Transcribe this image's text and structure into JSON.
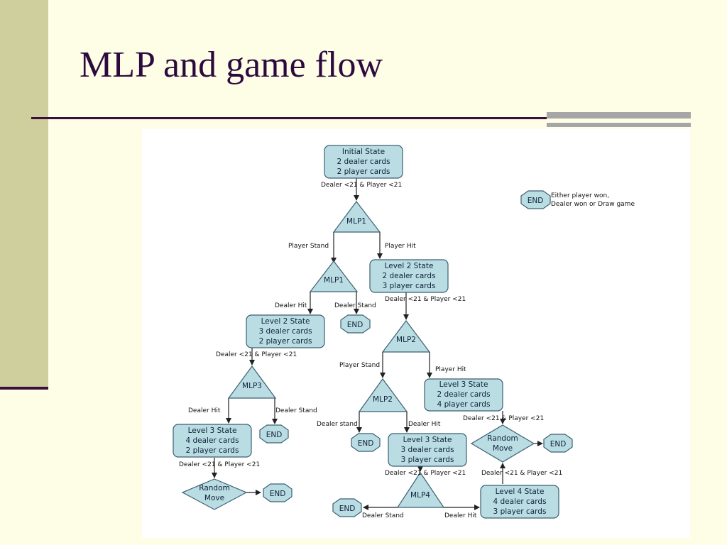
{
  "slide": {
    "title": "MLP and game flow"
  },
  "diagram": {
    "legend": {
      "node": "END",
      "line1": "Either player won,",
      "line2": "Dealer won or Draw game"
    },
    "nodes": {
      "initial": [
        "Initial State",
        "2 dealer cards",
        "2 player cards"
      ],
      "mlp1_top": "MLP1",
      "mlp1_mid": "MLP1",
      "l2_right": [
        "Level 2 State",
        "2 dealer cards",
        "3 player cards"
      ],
      "l2_left": [
        "Level 2 State",
        "3 dealer cards",
        "2 player cards"
      ],
      "end_a": "END",
      "mlp2": "MLP2",
      "mlp3": "MLP3",
      "l3_a": [
        "Level 3 State",
        "2 dealer cards",
        "4 player cards"
      ],
      "mlp2_b": "MLP2",
      "l3_left": [
        "Level 3 State",
        "4 dealer cards",
        "2 player cards"
      ],
      "end_b": "END",
      "l3_mid": [
        "Level 3 State",
        "3 dealer cards",
        "3 player cards"
      ],
      "end_c": "END",
      "random_right": [
        "Random",
        "Move"
      ],
      "end_d": "END",
      "random_left": [
        "Random",
        "Move"
      ],
      "end_e": "END",
      "mlp4": "MLP4",
      "end_f": "END",
      "l4": [
        "Level 4 State",
        "4 dealer cards",
        "3 player cards"
      ]
    },
    "edges": {
      "e1": "Dealer <21 & Player <21",
      "e2": "Player Stand",
      "e3": "Player Hit",
      "e4": "Dealer Hit",
      "e5": "Dealer Stand",
      "e6": "Dealer <21 & Player <21",
      "e7": "Dealer <21 & Player <21",
      "e8": "Player Stand",
      "e9": "Player Hit",
      "e10": "Dealer Hit",
      "e11": "Dealer Stand",
      "e12": "Dealer stand",
      "e13": "Dealer Hit",
      "e14": "Dealer <21 & Player <21",
      "e15": "Dealer <21 & Player <21",
      "e16": "Dealer <21 & Player <21",
      "e17": "Dealer <21 & Player <21",
      "e18": "Dealer Stand",
      "e19": "Dealer Hit"
    }
  }
}
